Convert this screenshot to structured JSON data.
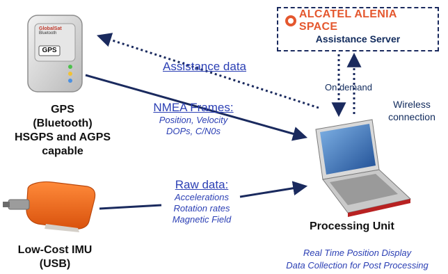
{
  "server": {
    "brand": "ALCATEL ALENIA SPACE",
    "label": "Assistance Server"
  },
  "assistance_data": {
    "title": "Assistance data"
  },
  "on_demand": "On demand",
  "wireless": {
    "line1": "Wireless",
    "line2": "connection"
  },
  "nmea": {
    "title": "NMEA Frames:",
    "lines": [
      "Position, Velocity",
      "DOPs, C/N0s"
    ]
  },
  "raw": {
    "title": "Raw data:",
    "lines": [
      "Accelerations",
      "Rotation rates",
      "Magnetic Field"
    ]
  },
  "gps": {
    "lines": [
      "GPS",
      "(Bluetooth)",
      "HSGPS and AGPS",
      "capable"
    ],
    "device_text": {
      "brand": "GlobalSat",
      "sub": "Bluetooth",
      "name": "GPS"
    }
  },
  "imu": {
    "lines": [
      "Low-Cost IMU",
      "(USB)"
    ]
  },
  "processing": {
    "label": "Processing Unit"
  },
  "footer": {
    "lines": [
      "Real Time Position Display",
      "Data Collection for Post Processing"
    ]
  },
  "colors": {
    "arrow": "#1a2a5e",
    "link_blue": "#2b3fb4",
    "brand_orange": "#e4572e",
    "imu_orange": "#ee6a1c"
  }
}
